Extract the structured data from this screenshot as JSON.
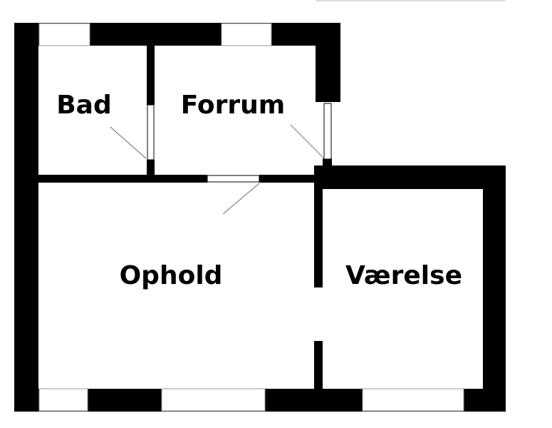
{
  "floorplan": {
    "rooms": {
      "bad": "Bad",
      "forrum": "Forrum",
      "ophold": "Ophold",
      "vaerelse": "Værelse"
    },
    "wall_color": "#000000",
    "background_color": "#ffffff"
  }
}
